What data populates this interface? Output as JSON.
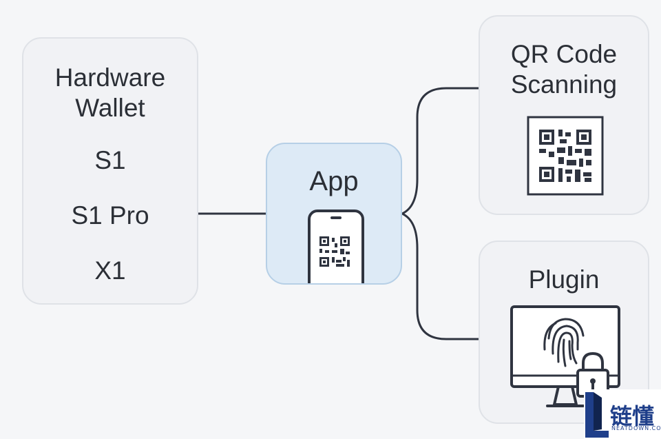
{
  "hardware_wallet": {
    "title_line1": "Hardware",
    "title_line2": "Wallet",
    "models": [
      "S1",
      "S1 Pro",
      "X1"
    ]
  },
  "app": {
    "title": "App",
    "icon": "phone-qr-icon"
  },
  "qr_scanning": {
    "title_line1": "QR Code",
    "title_line2": "Scanning",
    "icon": "qr-code-icon"
  },
  "plugin": {
    "title": "Plugin",
    "icon": "monitor-fingerprint-lock-icon"
  },
  "watermark": {
    "text": "链懂",
    "subtext": "NEATDOWN.COM"
  },
  "colors": {
    "background": "#f5f6f8",
    "card": "#f1f2f5",
    "card_border": "#dfe2e7",
    "app_card": "#ddeaf6",
    "app_border": "#b6cfe6",
    "line": "#2f3440",
    "watermark_blue": "#1f3f8a"
  }
}
